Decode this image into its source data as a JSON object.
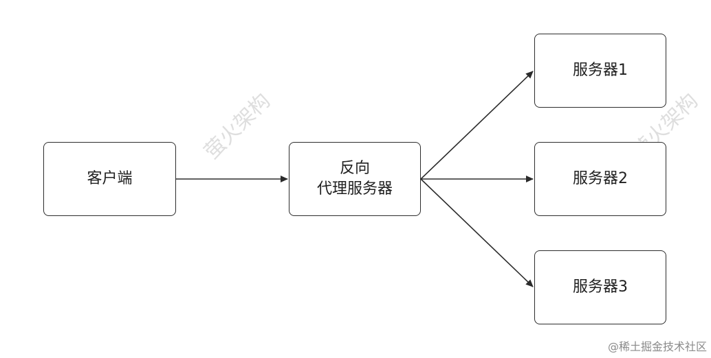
{
  "nodes": {
    "client": "客户端",
    "proxy_line1": "反向",
    "proxy_line2": "代理服务器",
    "server1": "服务器1",
    "server2": "服务器2",
    "server3": "服务器3"
  },
  "watermark": {
    "text": "萤火架构"
  },
  "footer": {
    "credit": "@稀土掘金技术社区"
  },
  "colors": {
    "stroke": "#2b2b2b",
    "watermark": "#d9d9d9",
    "footer": "#8a8a8a"
  }
}
